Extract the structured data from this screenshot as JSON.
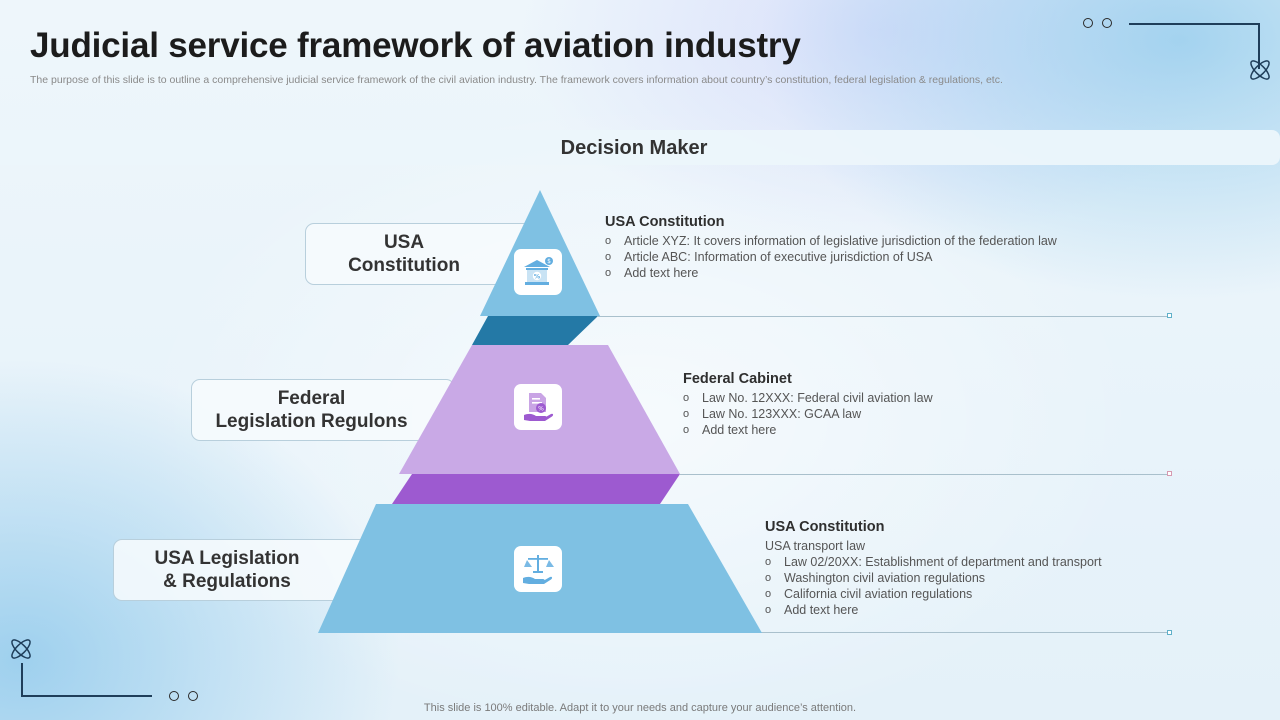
{
  "header": {
    "title": "Judicial service framework of aviation industry",
    "subtitle": "The purpose of this slide is to outline a comprehensive judicial service framework of the civil aviation industry. The framework covers information about country’s constitution, federal legislation & regulations, etc."
  },
  "decision_maker": "Decision Maker",
  "tiers": [
    {
      "label_lines": [
        "USA",
        "Constitution"
      ],
      "icon": "bank-icon",
      "heading": "USA Constitution",
      "lines": [
        {
          "bullet": true,
          "text": "Article XYZ:  It covers  information  of legislative  jurisdiction of the federation  law"
        },
        {
          "bullet": true,
          "text": "Article ABC: Information  of executive  jurisdiction of USA"
        },
        {
          "bullet": true,
          "text": "Add text here"
        }
      ]
    },
    {
      "label_lines": [
        "Federal",
        "Legislation Regulons"
      ],
      "icon": "document-hand-icon",
      "heading": "Federal Cabinet",
      "lines": [
        {
          "bullet": true,
          "text": "Law No. 12XXX:  Federal civil aviation  law"
        },
        {
          "bullet": true,
          "text": "Law No. 123XXX:  GCAA law"
        },
        {
          "bullet": true,
          "text": "Add text here"
        }
      ]
    },
    {
      "label_lines": [
        "USA Legislation",
        "& Regulations"
      ],
      "icon": "scales-hand-icon",
      "heading": "USA Constitution",
      "lines": [
        {
          "bullet": false,
          "text": "USA transport law"
        },
        {
          "bullet": true,
          "text": "Law 02/20XX:  Establishment of department and transport"
        },
        {
          "bullet": true,
          "text": "Washington  civil  aviation  regulations"
        },
        {
          "bullet": true,
          "text": "California  civil  aviation  regulations"
        },
        {
          "bullet": true,
          "text": "Add text here"
        }
      ]
    }
  ],
  "bullet_char": "o",
  "footer": "This slide is 100% editable. Adapt it to your needs and capture your audience’s attention.",
  "colors": {
    "tier1": "#7fc1e3",
    "tier1_band": "#2479a6",
    "tier2": "#c9a9e6",
    "tier2_band": "#9d5ad0",
    "tier3": "#7fc1e3",
    "icon_tint": "#63aee0",
    "rule": "#a9c0cc",
    "accent_line": "#1f3e5a"
  }
}
